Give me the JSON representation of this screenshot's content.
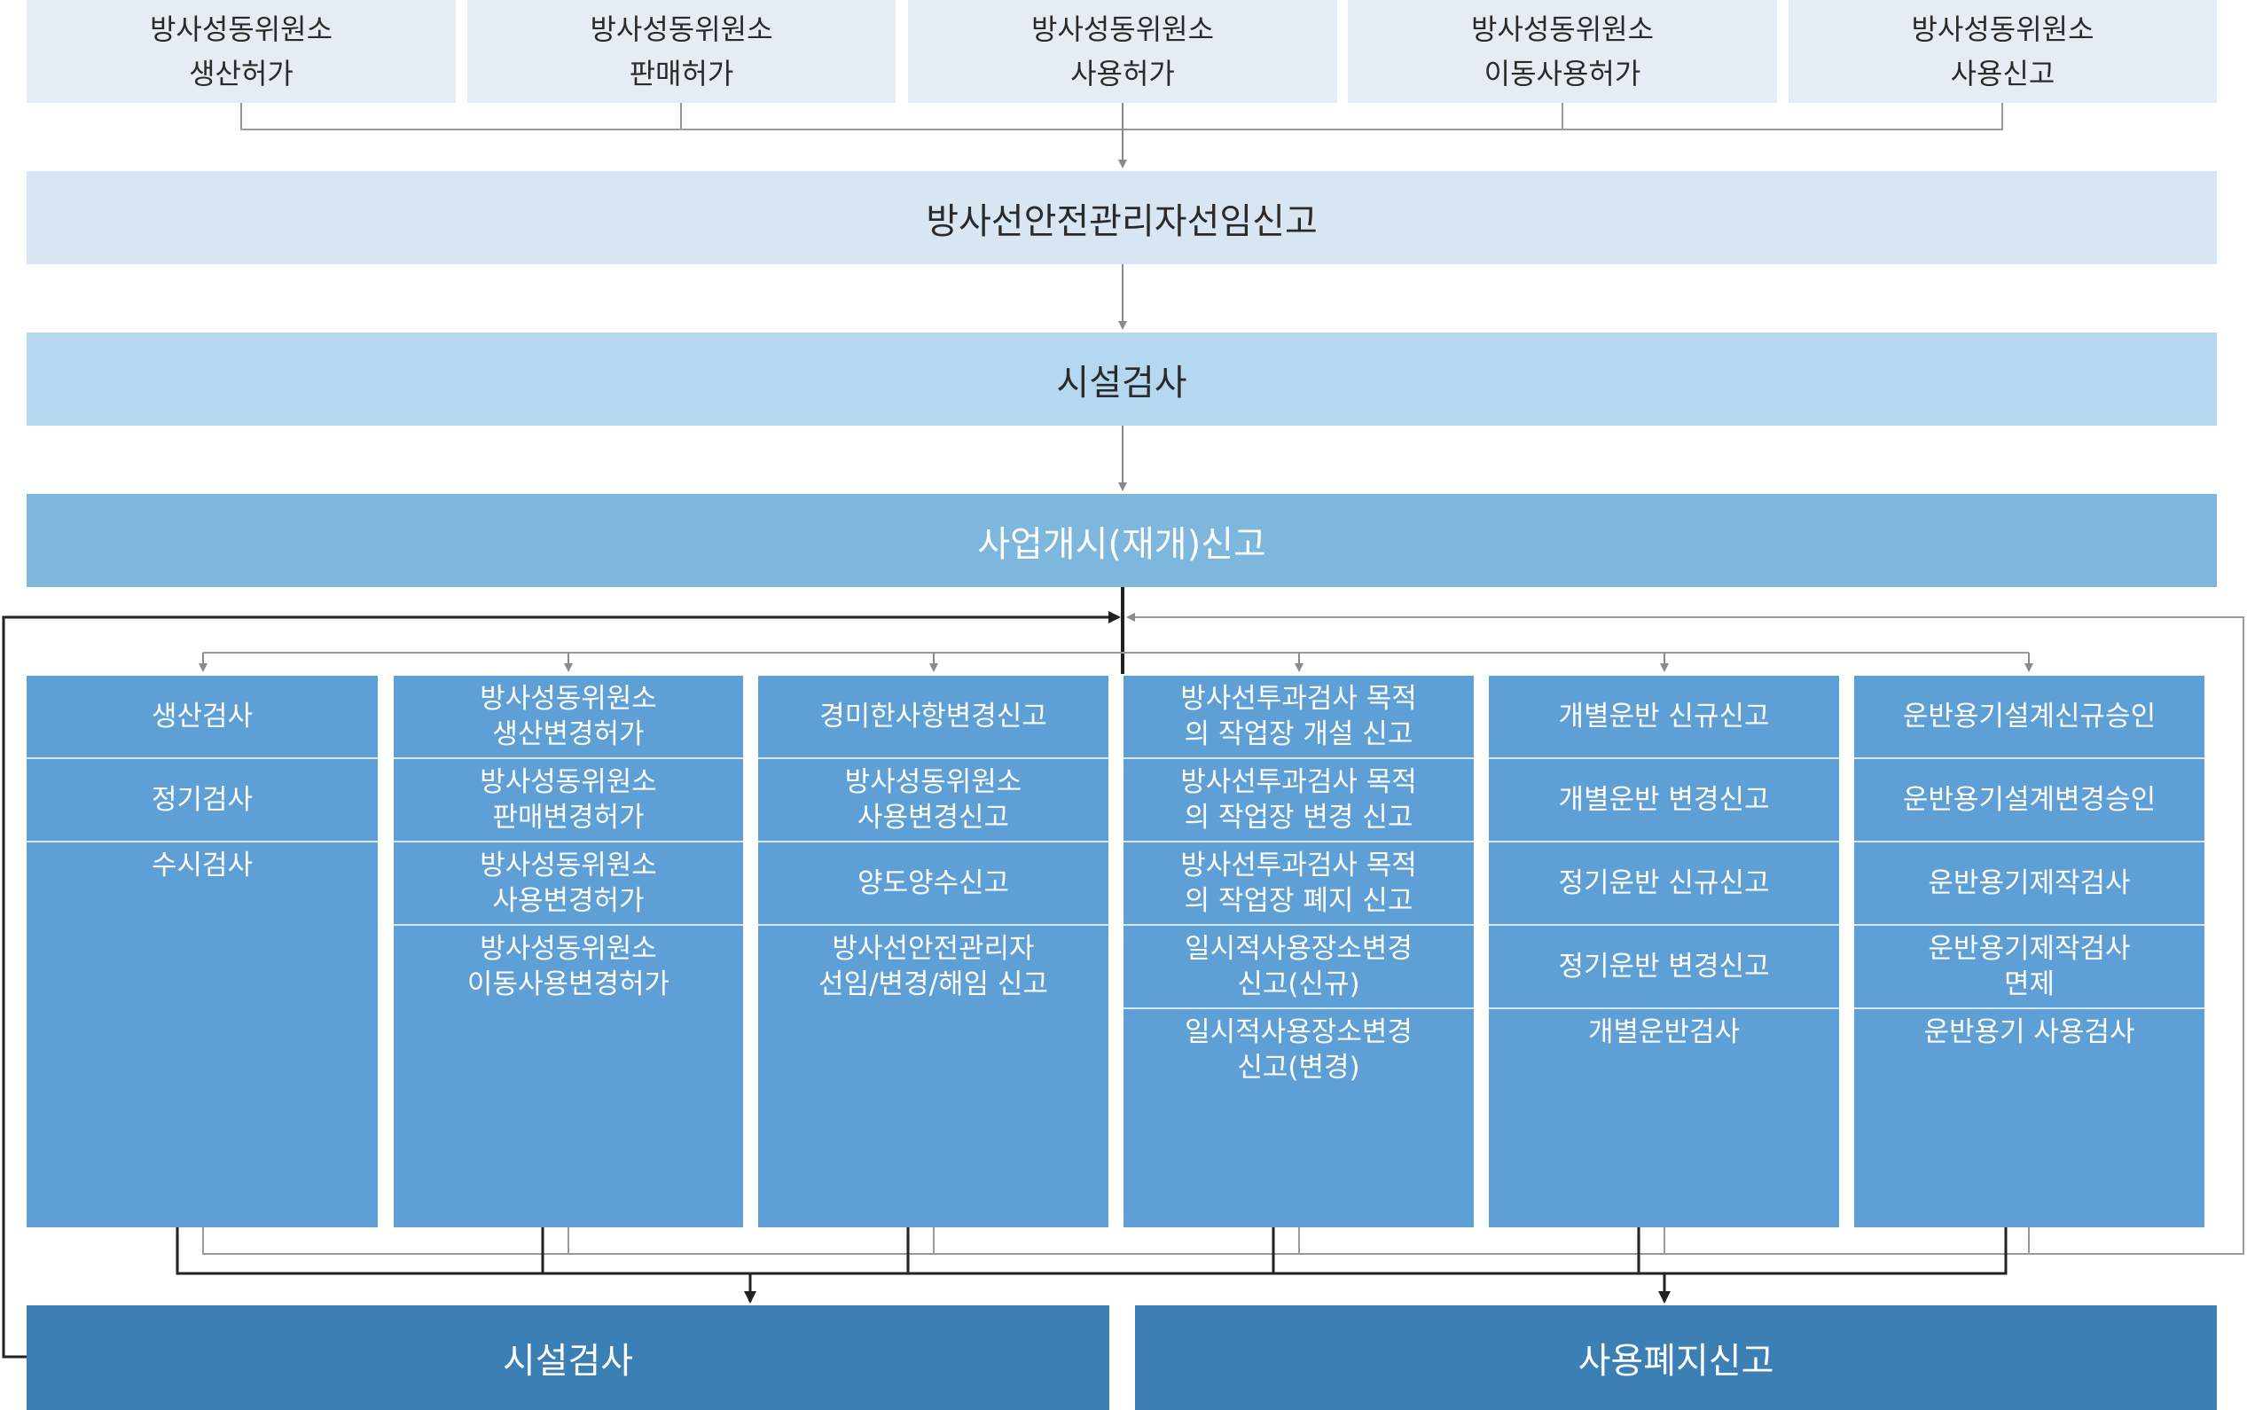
{
  "top_boxes": [
    {
      "line1": "방사성동위원소",
      "line2": "생산허가"
    },
    {
      "line1": "방사성동위원소",
      "line2": "판매허가"
    },
    {
      "line1": "방사성동위원소",
      "line2": "사용허가"
    },
    {
      "line1": "방사성동위원소",
      "line2": "이동사용허가"
    },
    {
      "line1": "방사성동위원소",
      "line2": "사용신고"
    }
  ],
  "stage1": "방사선안전관리자선임신고",
  "stage2": "시설검사",
  "stage3": "사업개시(재개)신고",
  "columns": [
    {
      "items": [
        "생산검사",
        "정기검사",
        "수시검사"
      ]
    },
    {
      "items": [
        "방사성동위원소\n생산변경허가",
        "방사성동위원소\n판매변경허가",
        "방사성동위원소\n사용변경허가",
        "방사성동위원소\n이동사용변경허가"
      ]
    },
    {
      "items": [
        "경미한사항변경신고",
        "방사성동위원소\n사용변경신고",
        "양도양수신고",
        "방사선안전관리자\n선임/변경/해임 신고"
      ]
    },
    {
      "items": [
        "방사선투과검사 목적\n의 작업장 개설 신고",
        "방사선투과검사 목적\n의 작업장 변경 신고",
        "방사선투과검사 목적\n의 작업장 폐지 신고",
        "일시적사용장소변경\n신고(신규)",
        "일시적사용장소변경\n신고(변경)"
      ]
    },
    {
      "items": [
        "개별운반 신규신고",
        "개별운반 변경신고",
        "정기운반 신규신고",
        "정기운반 변경신고",
        "개별운반검사"
      ]
    },
    {
      "items": [
        "운반용기설계신규승인",
        "운반용기설계변경승인",
        "운반용기제작검사",
        "운반용기제작검사\n면제",
        "운반용기 사용검사"
      ]
    }
  ],
  "bottom_left": "시설검사",
  "bottom_right": "사용폐지신고",
  "colors": {
    "top_box": "#e6ecf3",
    "stage1": "#d8e6f3",
    "stage2": "#b5d7f0",
    "stage3": "#7eb7de",
    "columns": "#5e9fd5",
    "bottom": "#3b7fb4",
    "line_dark": "#222222",
    "line_gray": "#9a9a9a"
  }
}
